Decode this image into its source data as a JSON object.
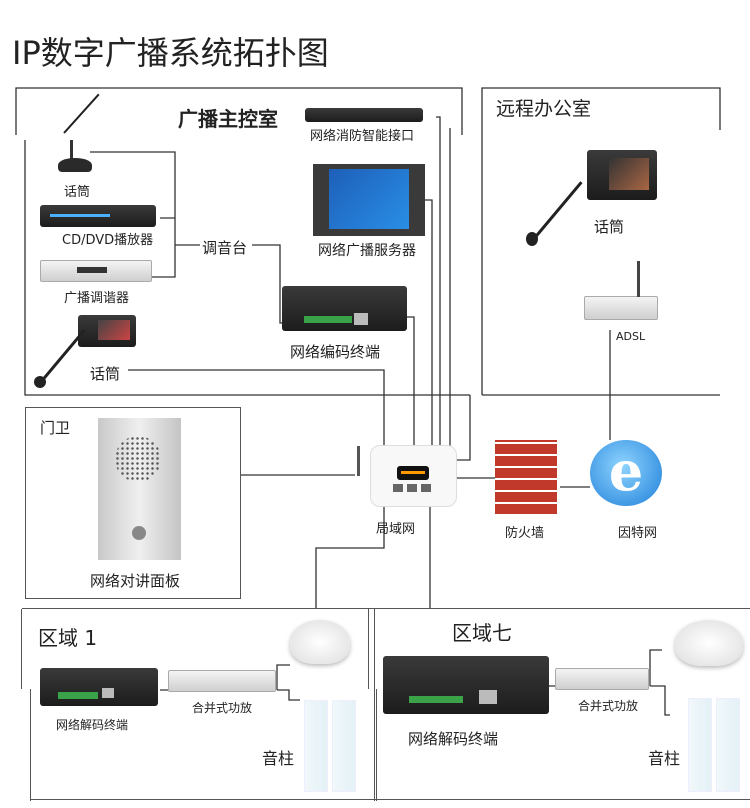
{
  "title": "IP数字广播系统拓扑图",
  "main_room": {
    "title": "广播主控室",
    "mic1": "话筒",
    "dvd": "CD/DVD播放器",
    "tuner": "广播调谐器",
    "mixer": "调音台",
    "mic2": "话筒",
    "fire_interface": "网络消防智能接口",
    "server": "网络广播服务器",
    "encoder": "网络编码终端"
  },
  "remote_office": {
    "title": "远程办公室",
    "mic": "话筒",
    "adsl": "ADSL"
  },
  "gate": {
    "title": "门卫",
    "panel": "网络对讲面板"
  },
  "network": {
    "lan": "局域网",
    "firewall": "防火墙",
    "internet": "因特网"
  },
  "zone1": {
    "title": "区域 1",
    "decoder": "网络解码终端",
    "amp": "合并式功放",
    "column": "音柱"
  },
  "zone7": {
    "title": "区域七",
    "decoder": "网络解码终端",
    "amp": "合并式功放",
    "column": "音柱"
  },
  "colors": {
    "line": "#333333",
    "firewall": "#c0392b",
    "ie": "#1e7fd8"
  }
}
